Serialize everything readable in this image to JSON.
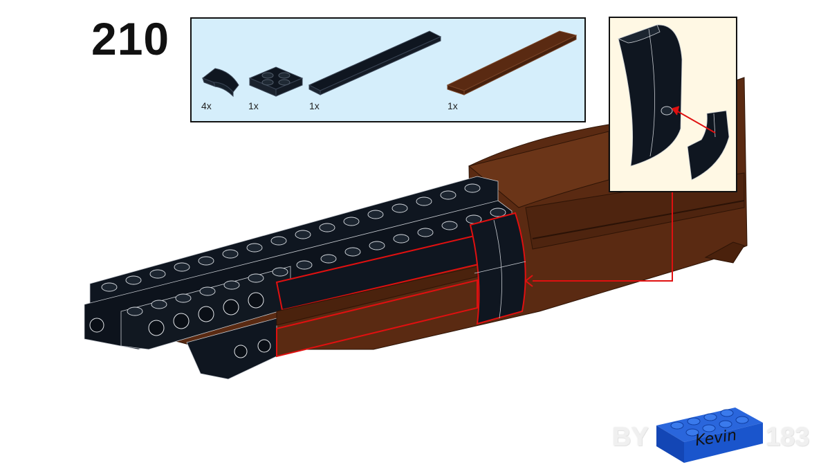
{
  "step": {
    "number": "210"
  },
  "parts": [
    {
      "name": "curved-slope",
      "qty": "4x",
      "color": "#0f1620"
    },
    {
      "name": "plate-2x2",
      "qty": "1x",
      "color": "#0f1620"
    },
    {
      "name": "long-tile-black",
      "qty": "1x",
      "color": "#0f1620"
    },
    {
      "name": "long-tile-brown",
      "qty": "1x",
      "color": "#5a2a12"
    }
  ],
  "colors": {
    "black_part": "#0f1620",
    "brown_part": "#5a2a12",
    "highlight": "#e01010",
    "parts_bg": "#d5eefb",
    "callout_bg": "#fff8e4",
    "logo_blue": "#1550c8"
  },
  "credit": {
    "prefix": "BY",
    "name": "Kevin",
    "suffix": "183"
  }
}
